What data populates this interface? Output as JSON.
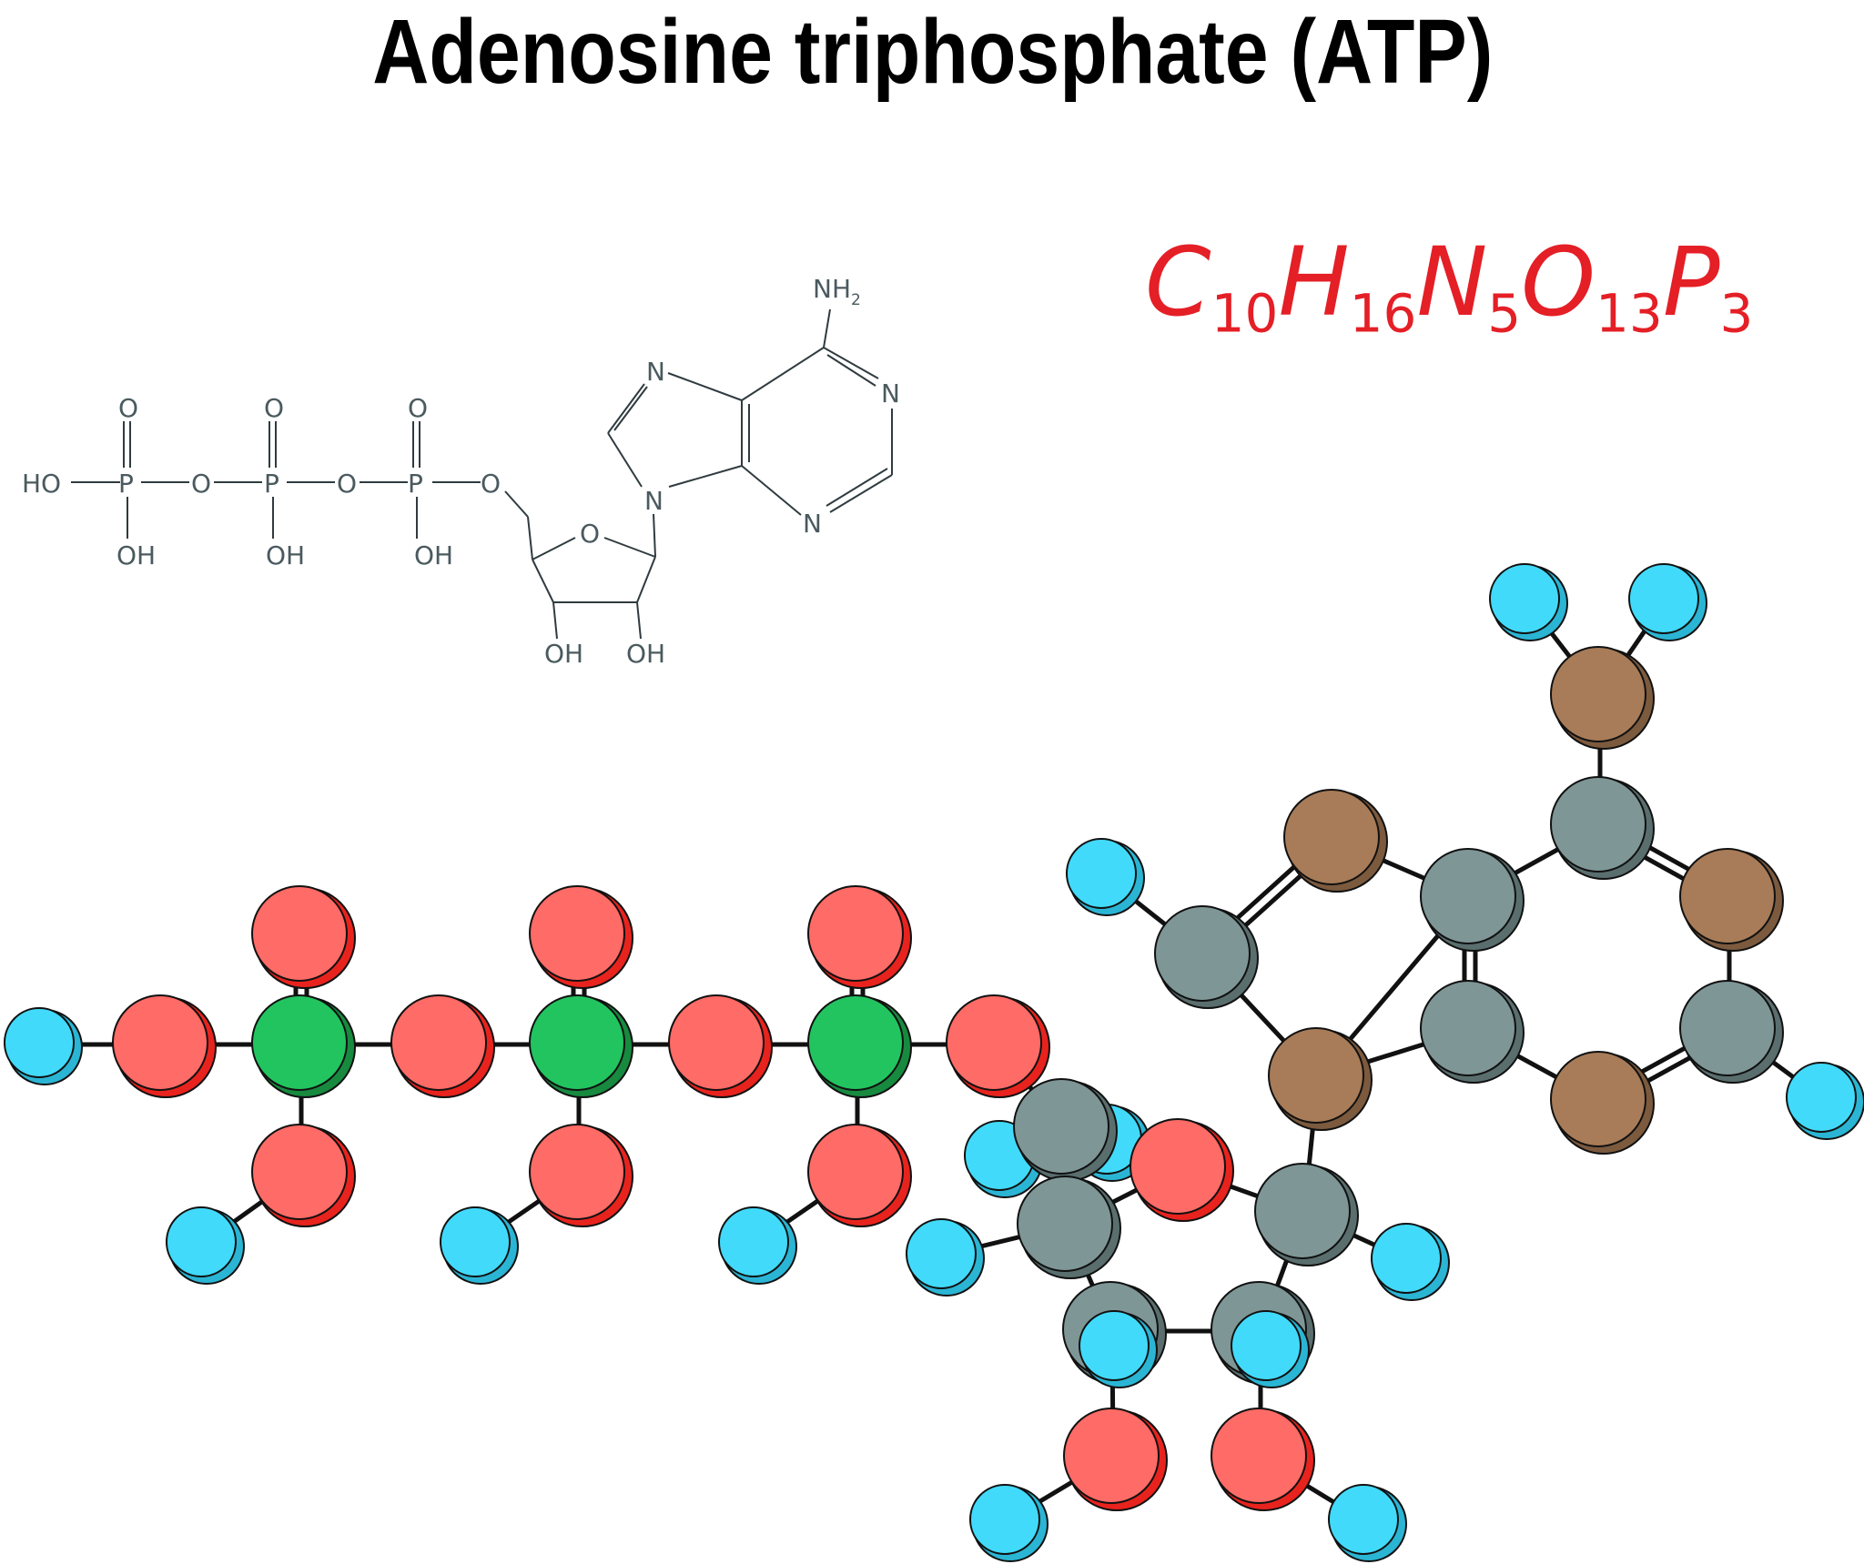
{
  "title": "Adenosine triphosphate (ATP)",
  "formula": {
    "parts": [
      {
        "symbol": "C",
        "count": "10"
      },
      {
        "symbol": "H",
        "count": "16"
      },
      {
        "symbol": "N",
        "count": "5"
      },
      {
        "symbol": "O",
        "count": "13"
      },
      {
        "symbol": "P",
        "count": "3"
      }
    ],
    "color": "#e41f26"
  },
  "skeletal_labels": {
    "HO": "HO",
    "P": "P",
    "O": "O",
    "OH": "OH",
    "N": "N",
    "NH": "NH",
    "H2_sub": "2"
  },
  "atom_colors": {
    "oxygen": "#ff6b66",
    "phosphorus": "#22c45f",
    "carbon": "#7f9696",
    "nitrogen": "#a87c58",
    "hydrogen": "#42dafa"
  }
}
